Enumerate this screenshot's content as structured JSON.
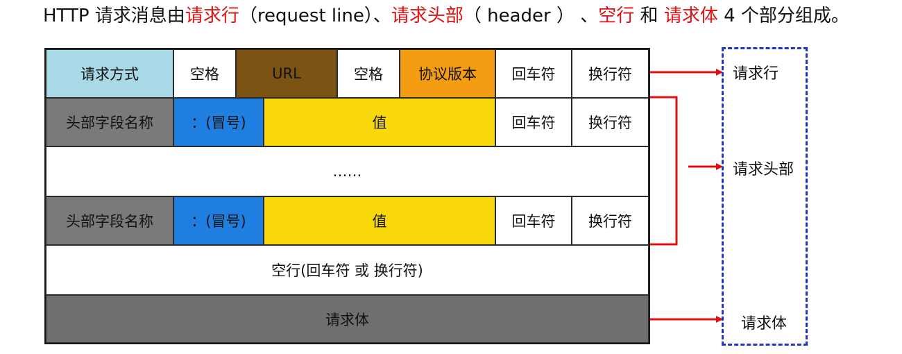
{
  "intro": {
    "prefix": "HTTP 请求消息由",
    "part1": "请求行",
    "part1_note": "（request line）、",
    "part2": "请求头部",
    "part2_note": "（ header ） 、",
    "part3": "空行",
    "joiner": " 和 ",
    "part4": "请求体",
    "suffix": " 4 个部分组成。"
  },
  "diagram": {
    "request_line": {
      "method": "请求方式",
      "space1": "空格",
      "url": "URL",
      "space2": "空格",
      "protocol": "协议版本",
      "cr": "回车符",
      "lf": "换行符"
    },
    "header_row_1": {
      "name": "头部字段名称",
      "colon": "：(冒号)",
      "value": "值",
      "cr": "回车符",
      "lf": "换行符"
    },
    "ellipsis": "……",
    "header_row_2": {
      "name": "头部字段名称",
      "colon": "：(冒号)",
      "value": "值",
      "cr": "回车符",
      "lf": "换行符"
    },
    "blank_line": "空行(回车符 或 换行符)",
    "body": "请求体"
  },
  "side_labels": {
    "request_line": "请求行",
    "request_header": "请求头部",
    "request_body": "请求体"
  },
  "colors": {
    "highlight": "#e01010",
    "arrow": "#e01010",
    "dashed_frame": "#2233cc",
    "method": "#a9d8e6",
    "url": "#7b5413",
    "protocol": "#f59d12",
    "header_name": "#7a7a7a",
    "colon": "#1f7fe0",
    "value": "#f9d90b",
    "body": "#6f6f6f"
  }
}
